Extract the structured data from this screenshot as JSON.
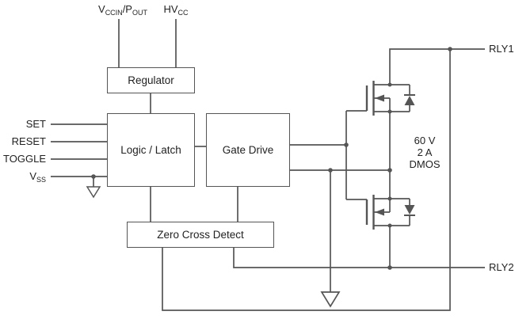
{
  "diagram": {
    "background": "#ffffff",
    "line_color": "#555555",
    "text_color": "#222222",
    "pins": {
      "vccin_pout": {
        "prefix": "V",
        "prefix_sub": "CCIN",
        "suffix": "/P",
        "suffix_sub": "OUT"
      },
      "hvcc": {
        "prefix": "HV",
        "prefix_sub": "CC"
      },
      "set": "SET",
      "reset": "RESET",
      "toggle": "TOGGLE",
      "vss": {
        "prefix": "V",
        "prefix_sub": "SS"
      },
      "rly1": "RLY1",
      "rly2": "RLY2"
    },
    "blocks": {
      "regulator": "Regulator",
      "logic_latch": "Logic / Latch",
      "gate_drive": "Gate Drive",
      "zero_cross_detect": "Zero Cross Detect"
    },
    "annotations": {
      "dmos_rating": [
        "60 V",
        "2 A",
        "DMOS"
      ]
    },
    "icons": {
      "ground": "ground-icon",
      "mosfet": "n-channel-mosfet-icon",
      "body_diode": "diode-icon",
      "junction": "junction-dot"
    }
  }
}
